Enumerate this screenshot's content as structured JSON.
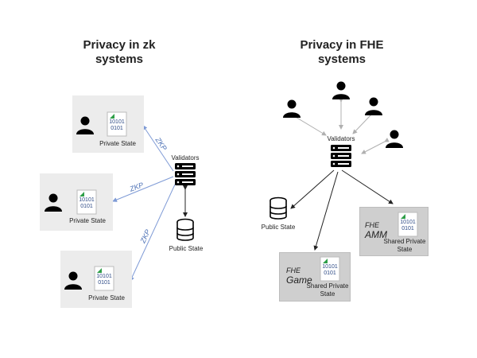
{
  "zk": {
    "title_line1": "Privacy in zk",
    "title_line2": "systems",
    "validators_label": "Validators",
    "public_state_label": "Public State",
    "private_state_label": "Private State",
    "zkp_label": "ZKP",
    "binary_line1": "10101",
    "binary_line2": "0101"
  },
  "fhe": {
    "title_line1": "Privacy in FHE",
    "title_line2": "systems",
    "validators_label": "Validators",
    "public_state_label": "Public State",
    "fhe_label": "FHE",
    "game_label": "Game",
    "amm_label": "AMM",
    "shared_private_state_line1": "Shared Private",
    "shared_private_state_line2": "State",
    "binary_line1": "10101",
    "binary_line2": "0101"
  },
  "colors": {
    "zk_arrow": "#7f9bd6",
    "fhe_user_arrow": "#b0b0b0",
    "fhe_state_arrow": "#222222",
    "file_icon_green": "#2e9e48"
  },
  "icons": [
    "user-icon",
    "document-icon",
    "server-icon",
    "database-icon"
  ]
}
